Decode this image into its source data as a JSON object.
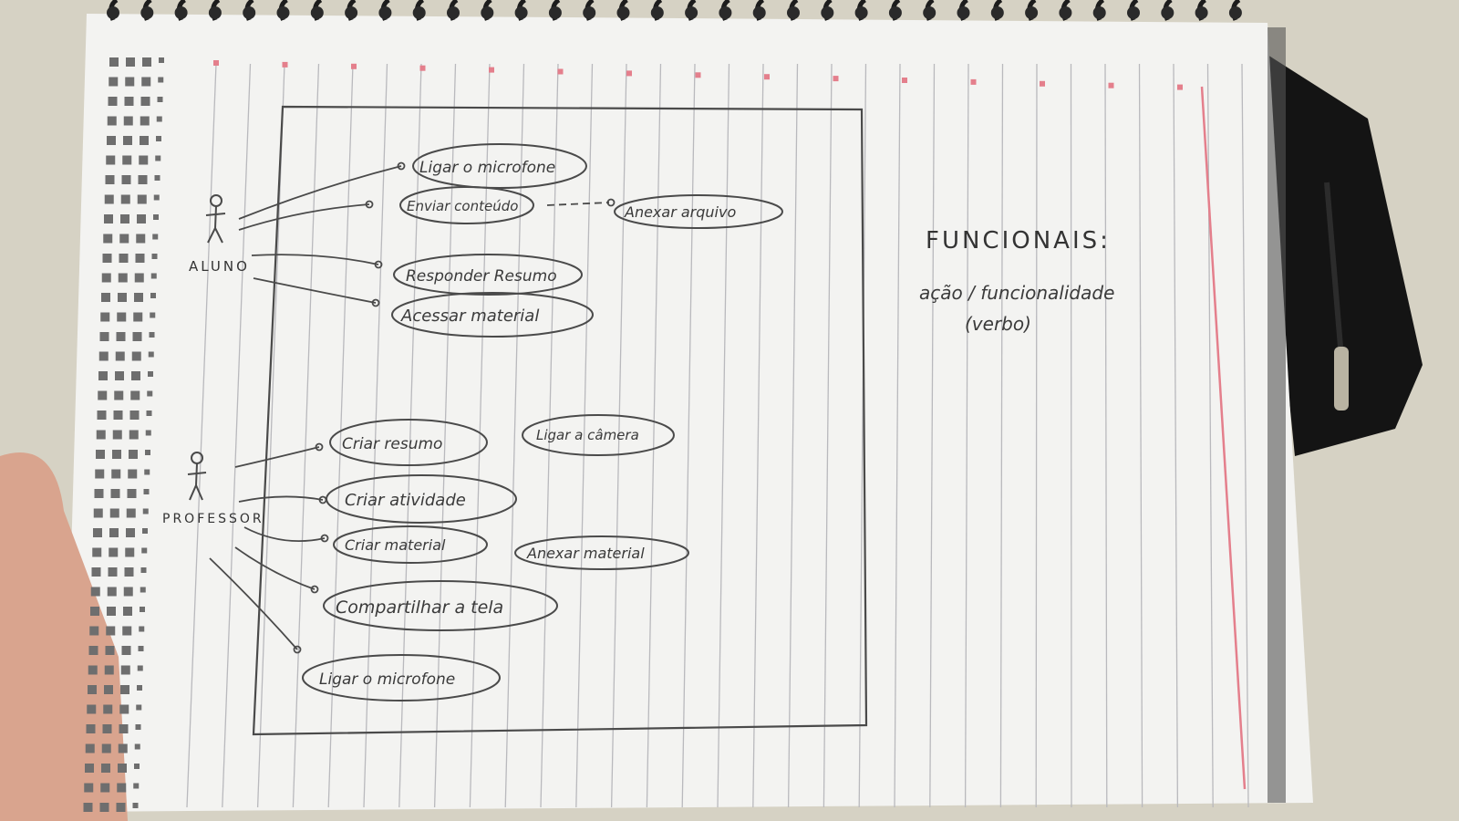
{
  "diagram": {
    "actors": [
      {
        "id": "aluno",
        "label": "ALUNO"
      },
      {
        "id": "professor",
        "label": "PROFESSOR"
      }
    ],
    "use_cases": [
      {
        "id": "uc1",
        "label": "Ligar o microfone"
      },
      {
        "id": "uc2",
        "label": "Enviar conteúdo"
      },
      {
        "id": "uc3",
        "label": "Anexar arquivo"
      },
      {
        "id": "uc4",
        "label": "Responder Resumo"
      },
      {
        "id": "uc5",
        "label": "Acessar material"
      },
      {
        "id": "uc6",
        "label": "Criar resumo"
      },
      {
        "id": "uc7",
        "label": "Ligar a câmera"
      },
      {
        "id": "uc8",
        "label": "Criar atividade"
      },
      {
        "id": "uc9",
        "label": "Criar material"
      },
      {
        "id": "uc10",
        "label": "Anexar material"
      },
      {
        "id": "uc11",
        "label": "Compartilhar a tela"
      },
      {
        "id": "uc12",
        "label": "Ligar o microfone"
      }
    ],
    "associations": [
      {
        "from": "aluno",
        "to": "uc1"
      },
      {
        "from": "aluno",
        "to": "uc2"
      },
      {
        "from": "aluno",
        "to": "uc4"
      },
      {
        "from": "aluno",
        "to": "uc5"
      },
      {
        "from": "professor",
        "to": "uc6"
      },
      {
        "from": "professor",
        "to": "uc8"
      },
      {
        "from": "professor",
        "to": "uc9"
      },
      {
        "from": "professor",
        "to": "uc11"
      },
      {
        "from": "professor",
        "to": "uc12"
      }
    ],
    "dependencies": [
      {
        "from": "uc2",
        "to": "uc3"
      }
    ]
  },
  "notes": {
    "title": "FUNCIONAIS:",
    "line1": "ação / funcionalidade",
    "line2": "(verbo)"
  },
  "colors": {
    "paper": "#f4f4f2",
    "rule": "#b9b9bd",
    "margin": "#e47f8c",
    "pencil": "#4a4a4a",
    "spiral": "#1c1c1c"
  }
}
